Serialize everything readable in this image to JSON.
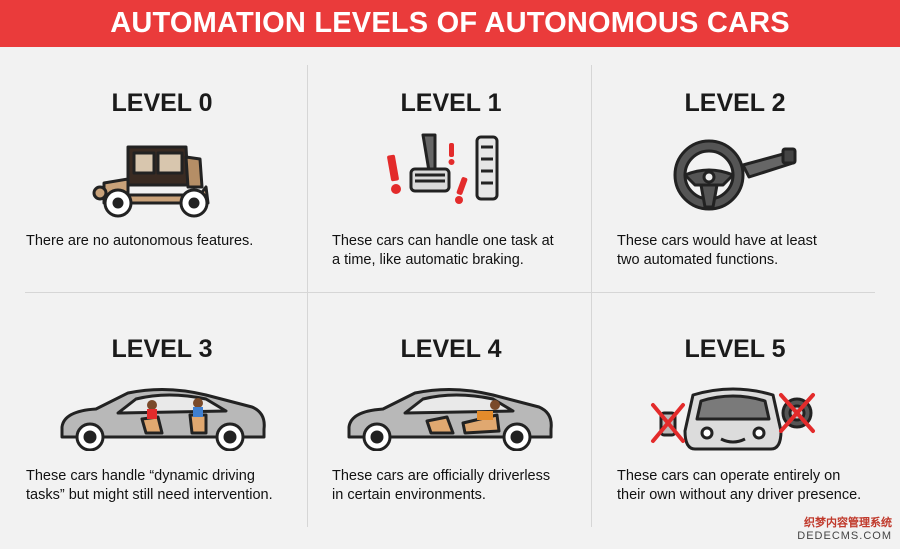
{
  "title": "AUTOMATION LEVELS OF AUTONOMOUS CARS",
  "levels": [
    {
      "title": "LEVEL 0",
      "description": "There are no autonomous features.",
      "icon": "vintage-car-icon"
    },
    {
      "title": "LEVEL 1",
      "description": "These cars can handle one task at\na time, like automatic braking.",
      "icon": "brake-pedal-icon"
    },
    {
      "title": "LEVEL 2",
      "description": "These cars would have at least\ntwo automated functions.",
      "icon": "steering-wheel-icon"
    },
    {
      "title": "LEVEL 3",
      "description": "These cars handle “dynamic driving\ntasks” but might still need intervention.",
      "icon": "car-driver-passenger-icon"
    },
    {
      "title": "LEVEL 4",
      "description": "These cars are officially driverless\nin certain environments.",
      "icon": "car-reclined-driver-icon"
    },
    {
      "title": "LEVEL 5",
      "description": "These cars can operate entirely on\ntheir own without any driver presence.",
      "icon": "self-driving-car-icon"
    }
  ],
  "watermark": {
    "line1": "织梦内容管理系统",
    "line2": "DEDECMS.COM"
  },
  "colors": {
    "banner": "#ea3b3b",
    "background": "#f2f2f2",
    "warning": "#e32b2b"
  }
}
